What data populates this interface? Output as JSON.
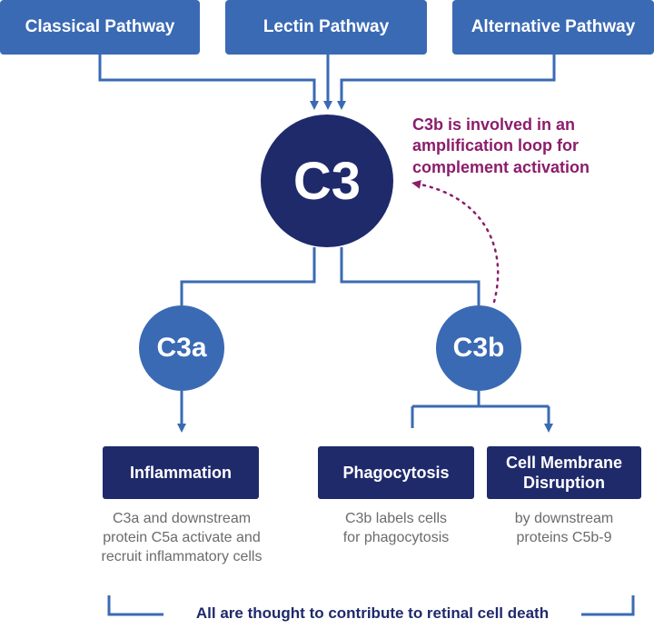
{
  "colors": {
    "pathway_blue": "#3a6ab4",
    "dark_navy": "#1f2a6b",
    "note_magenta": "#8b1d6b",
    "description_gray": "#6b6b6b"
  },
  "pathways": [
    {
      "label": "Classical Pathway"
    },
    {
      "label": "Lectin Pathway"
    },
    {
      "label": "Alternative Pathway"
    }
  ],
  "nodes": {
    "c3": "C3",
    "c3a": "C3a",
    "c3b": "C3b"
  },
  "amplification_note": "C3b is involved in an\namplification loop for\ncomplement activation",
  "outcomes": [
    {
      "label": "Inflammation",
      "description": "C3a and downstream\nprotein C5a activate and\nrecruit inflammatory cells"
    },
    {
      "label": "Phagocytosis",
      "description": "C3b labels cells\nfor phagocytosis"
    },
    {
      "label": "Cell Membrane\nDisruption",
      "description": "by downstream\nproteins C5b-9"
    }
  ],
  "footer": "All are thought to contribute to retinal cell death"
}
